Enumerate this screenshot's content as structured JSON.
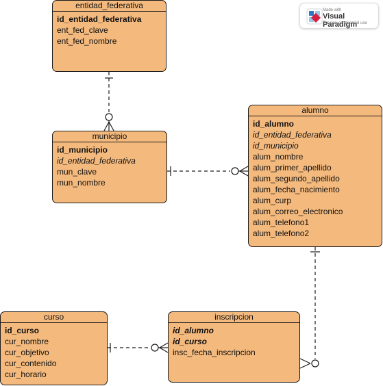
{
  "watermark": {
    "made_with": "Made with",
    "brand": "Visual Paradigm",
    "license": "For non-commercial use"
  },
  "entities": {
    "entidad_federativa": {
      "title": "entidad_federativa",
      "attributes": [
        "id_entidad_federativa",
        "ent_fed_clave",
        "ent_fed_nombre"
      ]
    },
    "municipio": {
      "title": "municipio",
      "attributes": [
        "id_municipio",
        "id_entidad_federativa",
        "mun_clave",
        "mun_nombre"
      ]
    },
    "alumno": {
      "title": "alumno",
      "attributes": [
        "id_alumno",
        "id_entidad_federativa",
        "id_municipio",
        "alum_nombre",
        "alum_primer_apellido",
        "alum_segundo_apellido",
        "alum_fecha_nacimiento",
        "alum_curp",
        "alum_correo_electronico",
        "alum_telefono1",
        "alum_telefono2"
      ]
    },
    "curso": {
      "title": "curso",
      "attributes": [
        "id_curso",
        "cur_nombre",
        "cur_objetivo",
        "cur_contenido",
        "cur_horario"
      ]
    },
    "inscripcion": {
      "title": "inscripcion",
      "attributes": [
        "id_alumno",
        "id_curso",
        "insc_fecha_inscripcion"
      ]
    }
  },
  "relationships": [
    {
      "from": "entidad_federativa",
      "to": "municipio",
      "from_card": "one",
      "to_card": "zero-or-many",
      "style": "dashed"
    },
    {
      "from": "municipio",
      "to": "alumno",
      "from_card": "one",
      "to_card": "zero-or-many",
      "style": "dashed"
    },
    {
      "from": "alumno",
      "to": "inscripcion",
      "from_card": "one",
      "to_card": "zero-or-many",
      "style": "dashed"
    },
    {
      "from": "curso",
      "to": "inscripcion",
      "from_card": "one",
      "to_card": "zero-or-many",
      "style": "dashed"
    }
  ],
  "colors": {
    "entity_fill": "#f4b97d",
    "border": "#1a1a1a",
    "brand_red": "#d6203f"
  }
}
